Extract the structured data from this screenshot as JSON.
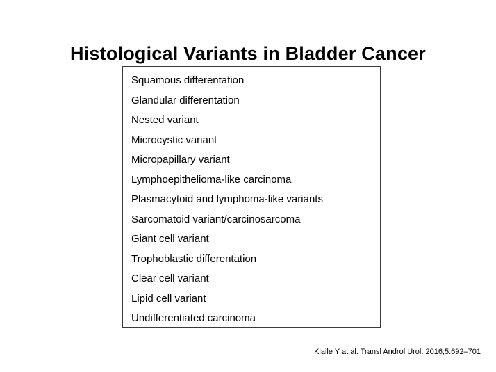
{
  "slide": {
    "title": "Histological Variants in Bladder Cancer",
    "variants_list": {
      "items": [
        "Squamous differentation",
        "Glandular differentation",
        "Nested variant",
        "Microcystic variant",
        "Micropapillary variant",
        "Lymphoepithelioma-like carcinoma",
        "Plasmacytoid and lymphoma-like variants",
        "Sarcomatoid variant/carcinosarcoma",
        "Giant cell variant",
        "Trophoblastic differentation",
        "Clear cell variant",
        "Lipid cell variant",
        "Undifferentiated carcinoma"
      ]
    },
    "citation": "Klaile Y at al. Transl Androl Urol. 2016;5:692–701",
    "colors": {
      "background": "#ffffff",
      "text": "#000000",
      "box_border": "#3a3a3a"
    }
  }
}
